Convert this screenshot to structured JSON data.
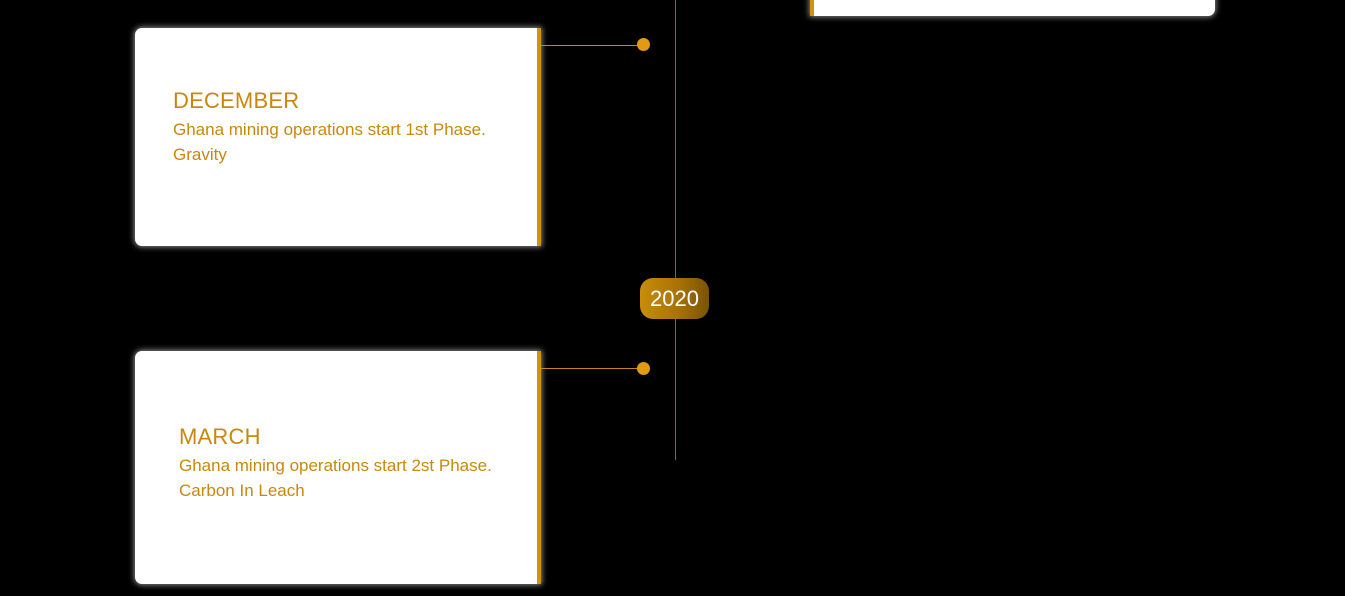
{
  "timeline": {
    "year": "2020",
    "accent_color": "#d4920c",
    "events": [
      {
        "month": "DECEMBER",
        "description": "Ghana mining operations start 1st Phase. Gravity"
      },
      {
        "month": "MARCH",
        "description": "Ghana mining operations start 2st Phase. Carbon In Leach"
      }
    ]
  }
}
